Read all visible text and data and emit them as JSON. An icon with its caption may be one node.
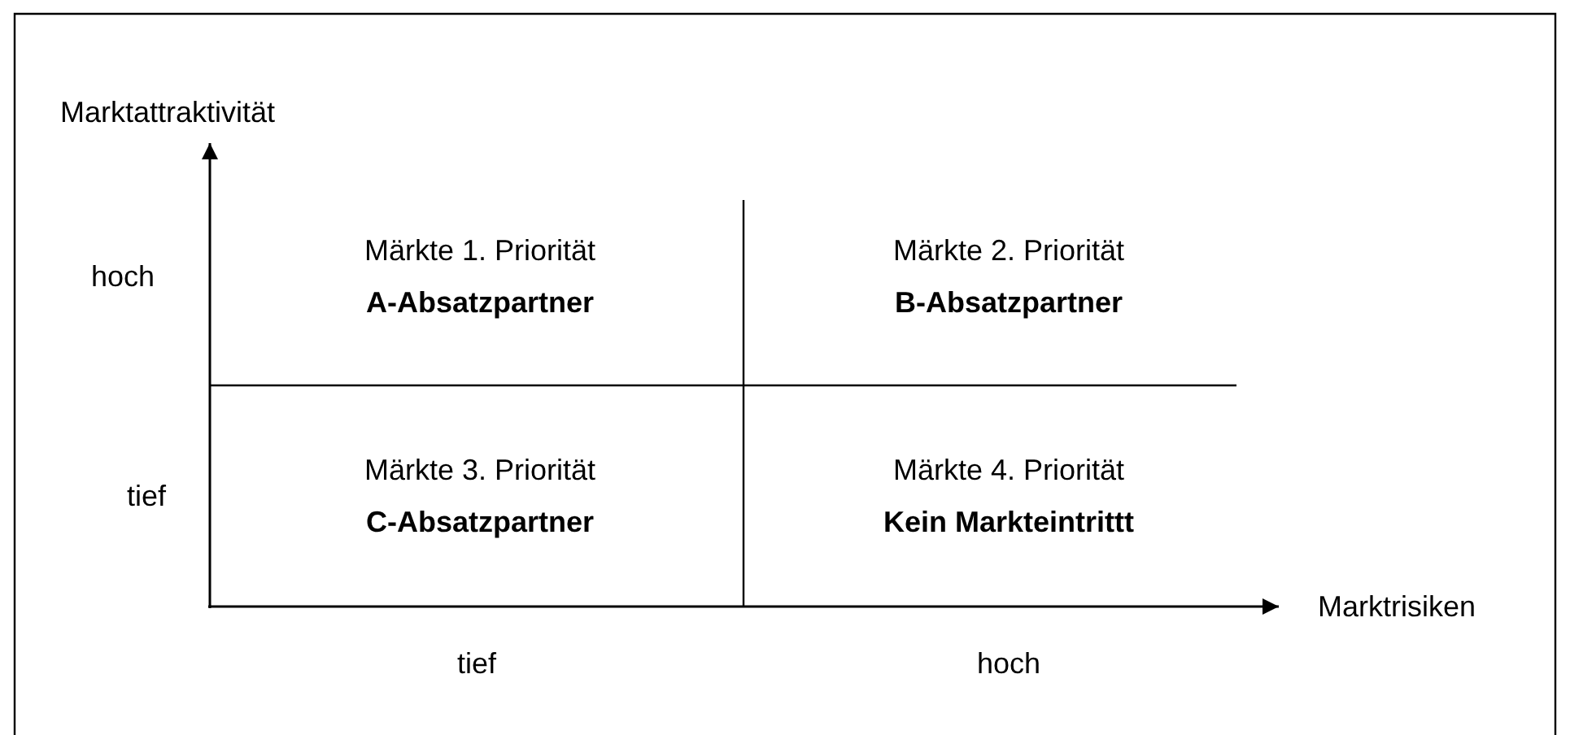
{
  "diagram": {
    "nodes": [
      {
        "text": [
          "Märkte 1. Priorität",
          "A-Absatzpartner"
        ]
      },
      {
        "text": [
          "Märkte 2. Priorität",
          "B-Absatzpartner"
        ]
      },
      {
        "text": [
          "Märkte 3. Priorität",
          "C-Absatzpartner"
        ]
      },
      {
        "text": [
          "Märkte 4. Priorität",
          "Kein Markteintrittt"
        ]
      }
    ],
    "labels": [
      "Marktattraktivität",
      "hoch",
      "tief",
      "Marktrisiken",
      "tief",
      "hoch"
    ]
  }
}
